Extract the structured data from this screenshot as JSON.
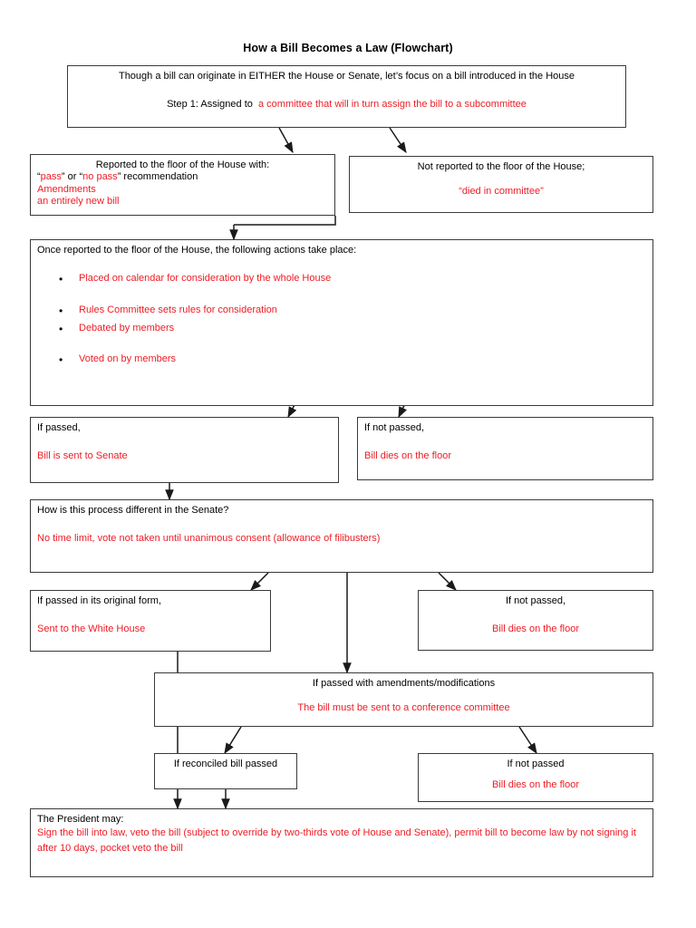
{
  "document": {
    "title": "How a Bill Becomes a Law (Flowchart)"
  },
  "colors": {
    "accent_red": "#ee1c25",
    "text_black": "#000000",
    "box_border": "#3a3a3a",
    "page_background": "#ffffff"
  },
  "nodes": {
    "origin": {
      "line1": "Though a bill can originate in EITHER the House or Senate, let’s focus on a bill introduced in the House",
      "line2_black": "Step 1: Assigned to",
      "line2_red": "a committee that will in turn assign the bill to a subcommittee"
    },
    "reported": {
      "heading": "Reported to the floor of the House with:",
      "rec_quote_open": "“",
      "rec_pass": "pass",
      "rec_mid": "” or “",
      "rec_no_pass": "no pass",
      "rec_tail": "” recommendation",
      "item2": "Amendments",
      "item3": "an entirely new bill"
    },
    "not_reported": {
      "heading": "Not reported to the floor of the House;",
      "red_line": "“died in committee”"
    },
    "floor_actions": {
      "heading": "Once reported to the floor of the House, the following actions take place:",
      "bullets": [
        "Placed on calendar for consideration by the whole House",
        "Rules Committee sets rules for consideration",
        "Debated by members",
        "Voted on by members"
      ]
    },
    "house_passed": {
      "heading": "If passed,",
      "red_line": "Bill is sent to Senate"
    },
    "house_not_passed": {
      "heading": "If not passed,",
      "red_line": "Bill dies on the floor"
    },
    "senate": {
      "heading": "How is this process different in the Senate?",
      "red_line": "No time limit, vote not taken until unanimous consent (allowance of filibusters)"
    },
    "senate_original": {
      "heading": "If passed in its original form,",
      "red_line": "Sent to the White House"
    },
    "senate_not_passed": {
      "heading": "If not passed,",
      "red_line": "Bill dies on the floor"
    },
    "amendments": {
      "heading": "If passed with amendments/modifications",
      "red_line": "The bill must be sent to a conference committee"
    },
    "reconciled_passed": {
      "heading": "If reconciled bill passed"
    },
    "reconciled_not_passed": {
      "heading": "If not passed",
      "red_line": "Bill dies on the floor"
    },
    "president": {
      "heading": "The President may:",
      "red_line": "Sign the bill into law, veto the bill (subject to override by two-thirds vote of House and Senate), permit bill to become law by not signing it after 10 days, pocket veto the bill"
    }
  }
}
